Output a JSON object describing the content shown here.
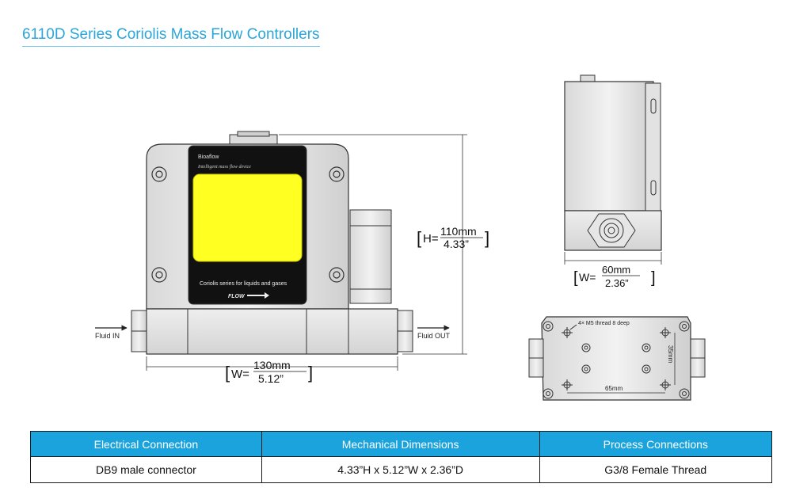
{
  "title": "6110D Series Coriolis Mass Flow Controllers",
  "front_view": {
    "brand": "Bioaflow",
    "tagline": "Intelligent mass flow device",
    "panel_text": "Coriolis  series for liquids and gases",
    "flow_label": "FLOW",
    "fluid_in": "Fluid IN",
    "fluid_out": "Fluid OUT",
    "height_label": "H=",
    "height_mm": "110mm",
    "height_in": "4.33”",
    "width_label": "W=",
    "width_mm": "130mm",
    "width_in": "5.12”"
  },
  "side_view": {
    "width_label": "W=",
    "width_mm": "60mm",
    "width_in": "2.36”"
  },
  "bottom_view": {
    "thread_note": "4× M5 thread 8 deep",
    "dim_35": "35mm",
    "dim_65": "65mm"
  },
  "spec_table": {
    "headers": [
      "Electrical Connection",
      "Mechanical Dimensions",
      "Process Connections"
    ],
    "row": [
      "DB9 male connector",
      "4.33”H x 5.12”W x 2.36”D",
      "G3/8 Female Thread"
    ]
  },
  "colors": {
    "accent": "#2aa6d9",
    "table_header": "#1aa3dc",
    "display": "#ffff22"
  }
}
